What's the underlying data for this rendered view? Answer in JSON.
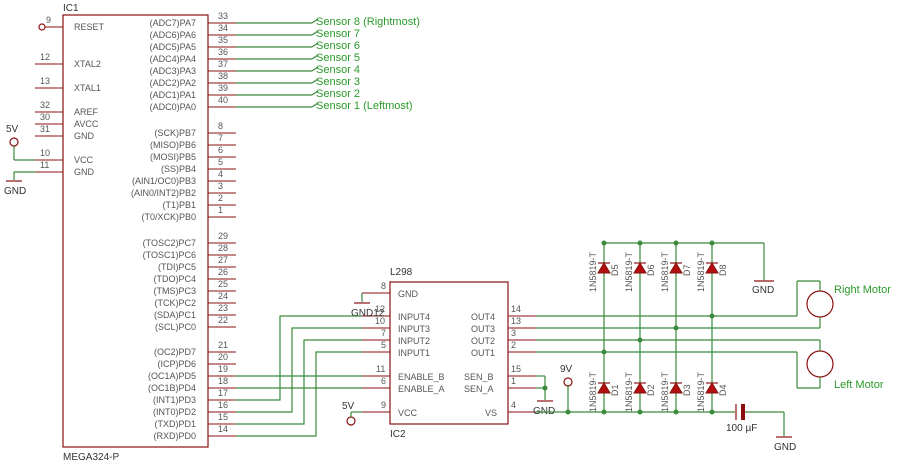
{
  "ic1": {
    "name": "IC1",
    "value": "MEGA324-P",
    "left_pins": [
      {
        "num": "9",
        "label": "RESET"
      },
      {
        "num": "12",
        "label": "XTAL2"
      },
      {
        "num": "13",
        "label": "XTAL1"
      },
      {
        "num": "32",
        "label": "AREF"
      },
      {
        "num": "30",
        "label": "AVCC"
      },
      {
        "num": "31",
        "label": "GND"
      },
      {
        "num": "10",
        "label": "VCC"
      },
      {
        "num": "11",
        "label": "GND"
      }
    ],
    "right_pins": [
      {
        "num": "33",
        "label": "(ADC7)PA7"
      },
      {
        "num": "34",
        "label": "(ADC6)PA6"
      },
      {
        "num": "35",
        "label": "(ADC5)PA5"
      },
      {
        "num": "36",
        "label": "(ADC4)PA4"
      },
      {
        "num": "37",
        "label": "(ADC3)PA3"
      },
      {
        "num": "38",
        "label": "(ADC2)PA2"
      },
      {
        "num": "39",
        "label": "(ADC1)PA1"
      },
      {
        "num": "40",
        "label": "(ADC0)PA0"
      },
      {
        "num": "8",
        "label": "(SCK)PB7"
      },
      {
        "num": "7",
        "label": "(MISO)PB6"
      },
      {
        "num": "6",
        "label": "(MOSI)PB5"
      },
      {
        "num": "5",
        "label": "(SS)PB4"
      },
      {
        "num": "4",
        "label": "(AIN1/OC0)PB3"
      },
      {
        "num": "3",
        "label": "(AIN0/INT2)PB2"
      },
      {
        "num": "2",
        "label": "(T1)PB1"
      },
      {
        "num": "1",
        "label": "(T0/XCK)PB0"
      },
      {
        "num": "29",
        "label": "(TOSC2)PC7"
      },
      {
        "num": "28",
        "label": "(TOSC1)PC6"
      },
      {
        "num": "27",
        "label": "(TDI)PC5"
      },
      {
        "num": "26",
        "label": "(TDO)PC4"
      },
      {
        "num": "25",
        "label": "(TMS)PC3"
      },
      {
        "num": "24",
        "label": "(TCK)PC2"
      },
      {
        "num": "23",
        "label": "(SDA)PC1"
      },
      {
        "num": "22",
        "label": "(SCL)PC0"
      },
      {
        "num": "21",
        "label": "(OC2)PD7"
      },
      {
        "num": "20",
        "label": "(ICP)PD6"
      },
      {
        "num": "19",
        "label": "(OC1A)PD5"
      },
      {
        "num": "18",
        "label": "(OC1B)PD4"
      },
      {
        "num": "17",
        "label": "(INT1)PD3"
      },
      {
        "num": "16",
        "label": "(INT0)PD2"
      },
      {
        "num": "15",
        "label": "(TXD)PD1"
      },
      {
        "num": "14",
        "label": "(RXD)PD0"
      }
    ]
  },
  "sensors": [
    "Sensor 8 (Rightmost)",
    "Sensor 7",
    "Sensor 6",
    "Sensor 5",
    "Sensor 4",
    "Sensor 3",
    "Sensor 2",
    "Sensor 1 (Leftmost)"
  ],
  "power": {
    "v5": "5V",
    "v9": "9V",
    "gnd": "GND",
    "gnd12": "GND12"
  },
  "l298": {
    "title": "L298",
    "name": "IC2",
    "left_pins": [
      {
        "num": "8",
        "label": "GND"
      },
      {
        "num": "12",
        "label": "INPUT4"
      },
      {
        "num": "10",
        "label": "INPUT3"
      },
      {
        "num": "7",
        "label": "INPUT2"
      },
      {
        "num": "5",
        "label": "INPUT1"
      },
      {
        "num": "11",
        "label": "ENABLE_B"
      },
      {
        "num": "6",
        "label": "ENABLE_A"
      },
      {
        "num": "9",
        "label": "VCC"
      }
    ],
    "right_pins": [
      {
        "num": "14",
        "label": "OUT4"
      },
      {
        "num": "13",
        "label": "OUT3"
      },
      {
        "num": "3",
        "label": "OUT2"
      },
      {
        "num": "2",
        "label": "OUT1"
      },
      {
        "num": "15",
        "label": "SEN_B"
      },
      {
        "num": "1",
        "label": "SEN_A"
      },
      {
        "num": "4",
        "label": "VS"
      }
    ]
  },
  "diodes_top": [
    {
      "part": "1N5819-T",
      "name": "D5"
    },
    {
      "part": "1N5819-T",
      "name": "D6"
    },
    {
      "part": "1N5819-T",
      "name": "D7"
    },
    {
      "part": "1N5819-T",
      "name": "D8"
    }
  ],
  "diodes_bottom": [
    {
      "part": "1N5819-T",
      "name": "D1"
    },
    {
      "part": "1N5819-T",
      "name": "D2"
    },
    {
      "part": "1N5819-T",
      "name": "D3"
    },
    {
      "part": "1N5819-T",
      "name": "D4"
    }
  ],
  "capacitor": "100 µF",
  "motors": {
    "right": "Right Motor",
    "left": "Left Motor"
  },
  "colors": {
    "part": "#8a1010",
    "wire": "#3a8a3a",
    "net_label": "#2a9a2a"
  }
}
